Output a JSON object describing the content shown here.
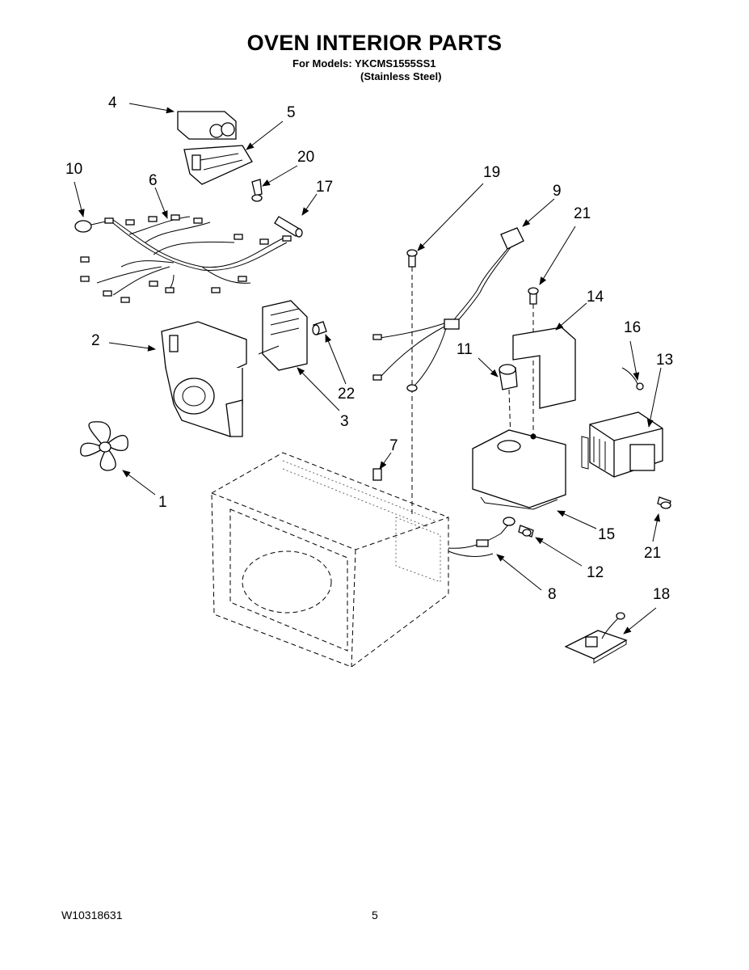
{
  "header": {
    "title": "OVEN INTERIOR PARTS",
    "models_line": "For Models: YKCMS1555SS1",
    "finish_line": "(Stainless Steel)"
  },
  "callouts": [
    {
      "id": "4",
      "text": "4"
    },
    {
      "id": "5",
      "text": "5"
    },
    {
      "id": "10",
      "text": "10"
    },
    {
      "id": "6",
      "text": "6"
    },
    {
      "id": "20",
      "text": "20"
    },
    {
      "id": "17",
      "text": "17"
    },
    {
      "id": "19",
      "text": "19"
    },
    {
      "id": "9",
      "text": "9"
    },
    {
      "id": "21a",
      "text": "21"
    },
    {
      "id": "14",
      "text": "14"
    },
    {
      "id": "16",
      "text": "16"
    },
    {
      "id": "13",
      "text": "13"
    },
    {
      "id": "2",
      "text": "2"
    },
    {
      "id": "22",
      "text": "22"
    },
    {
      "id": "3",
      "text": "3"
    },
    {
      "id": "11",
      "text": "11"
    },
    {
      "id": "7",
      "text": "7"
    },
    {
      "id": "1",
      "text": "1"
    },
    {
      "id": "15",
      "text": "15"
    },
    {
      "id": "21b",
      "text": "21"
    },
    {
      "id": "12",
      "text": "12"
    },
    {
      "id": "8",
      "text": "8"
    },
    {
      "id": "18",
      "text": "18"
    }
  ],
  "footer": {
    "doc_number": "W10318631",
    "page_number": "5"
  }
}
